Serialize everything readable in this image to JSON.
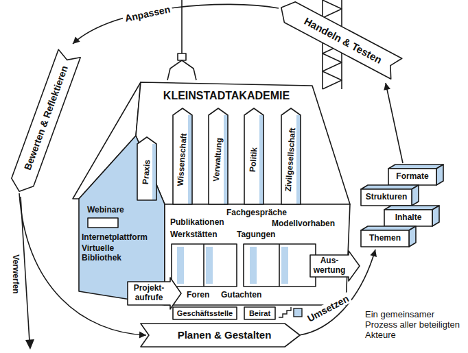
{
  "diagram": {
    "nodes": [
      {
        "text": [
          "Handeln & Testen"
        ]
      },
      {
        "text": [
          "Bewerten & Reflektieren"
        ]
      },
      {
        "text": [
          "KLEINSTADTAKADEMIE"
        ]
      },
      {
        "text": [
          "Praxis"
        ],
        "in": 2
      },
      {
        "text": [
          "Wissenschaft"
        ],
        "in": 2
      },
      {
        "text": [
          "Verwaltung"
        ],
        "in": 2
      },
      {
        "text": [
          "Politik"
        ],
        "in": 2
      },
      {
        "text": [
          "Zivilgesellschaft"
        ],
        "in": 2
      },
      {
        "text": [
          "Formate"
        ]
      },
      {
        "text": [
          "Strukturen"
        ]
      },
      {
        "text": [
          "Inhalte"
        ]
      },
      {
        "text": [
          "Themen"
        ]
      },
      {
        "text": [
          "Aus- wertung"
        ]
      },
      {
        "text": [
          "Projekt- aufrufe"
        ],
        "in": 2
      },
      {
        "text": [
          "Geschäftsstelle"
        ],
        "in": 2
      },
      {
        "text": [
          "Beirat"
        ],
        "in": 2
      },
      {
        "text": [
          "Planen & Gestalten"
        ]
      }
    ],
    "edges": [
      {
        "from": 16,
        "to": 11,
        "label": "Umsetzen",
        "arrow": "to"
      },
      {
        "from": 8,
        "to": 0,
        "arrow": "to"
      },
      {
        "from": 0,
        "to": 1,
        "label": "Anpassen",
        "arrow": "to"
      },
      {
        "from": 1,
        "to": 16,
        "arrow": "to"
      }
    ],
    "labels": [
      "Webinare",
      "Internetplattform",
      "Virtuelle Bibliothek",
      "Fachgespräche",
      "Publikationen",
      "Modellvorhaben",
      "Werkstätten",
      "Tagungen",
      "Foren",
      "Gutachten",
      "Verwerfen",
      "Ein gemeinsamer Prozess aller beteiligten Akteure"
    ]
  }
}
